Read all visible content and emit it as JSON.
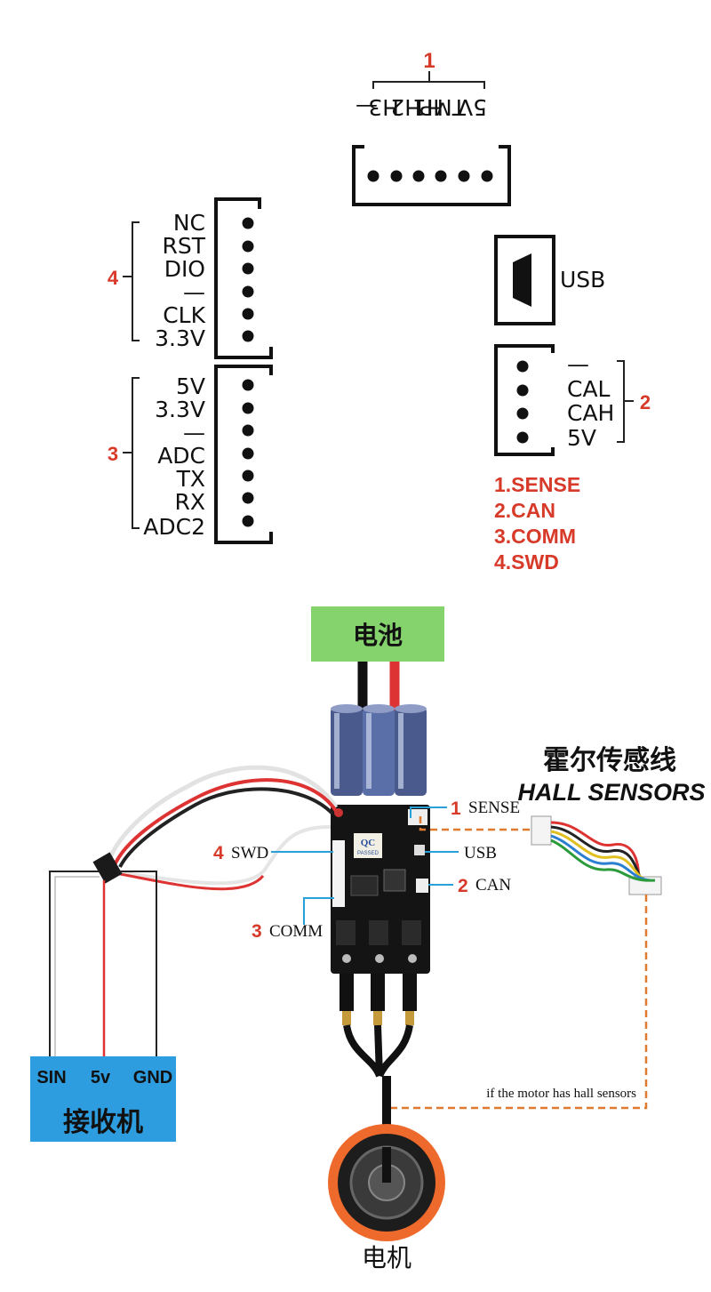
{
  "sense_connector": {
    "number": "1",
    "pins": [
      "5V",
      "TMP",
      "H1",
      "H2",
      "H3",
      "—"
    ]
  },
  "swd_connector": {
    "number": "4",
    "pins": [
      "NC",
      "RST",
      "DIO",
      "—",
      "CLK",
      "3.3V"
    ]
  },
  "comm_connector": {
    "number": "3",
    "pins": [
      "5V",
      "3.3V",
      "—",
      "ADC",
      "TX",
      "RX",
      "ADC2"
    ]
  },
  "usb_label": "USB",
  "can_connector": {
    "number": "2",
    "pins": [
      "—",
      "CAL",
      "CAH",
      "5V"
    ]
  },
  "legend": [
    "1.SENSE",
    "2.CAN",
    "3.COMM",
    "4.SWD"
  ],
  "battery_label": "电池",
  "hall_sensors": {
    "label_cn": "霍尔传感线",
    "label_en": "HALL SENSORS"
  },
  "callouts": {
    "sense": {
      "num": "1",
      "text": "SENSE"
    },
    "usb": {
      "text": "USB"
    },
    "can": {
      "num": "2",
      "text": "CAN"
    },
    "swd": {
      "num": "4",
      "text": "SWD"
    },
    "comm": {
      "num": "3",
      "text": "COMM"
    }
  },
  "receiver": {
    "pins": [
      "SIN",
      "5v",
      "GND"
    ],
    "label": "接收机"
  },
  "motor_note": "if the motor has hall sensors",
  "motor_label": "电机",
  "board_marks": {
    "qc": "QC",
    "passed": "PASSED"
  },
  "colors": {
    "accent_red": "#d83a2a",
    "battery_green": "#84d36c",
    "receiver_blue": "#2d9de0",
    "dash_orange": "#e07a2e",
    "motor_orange": "#ee6a2c"
  }
}
